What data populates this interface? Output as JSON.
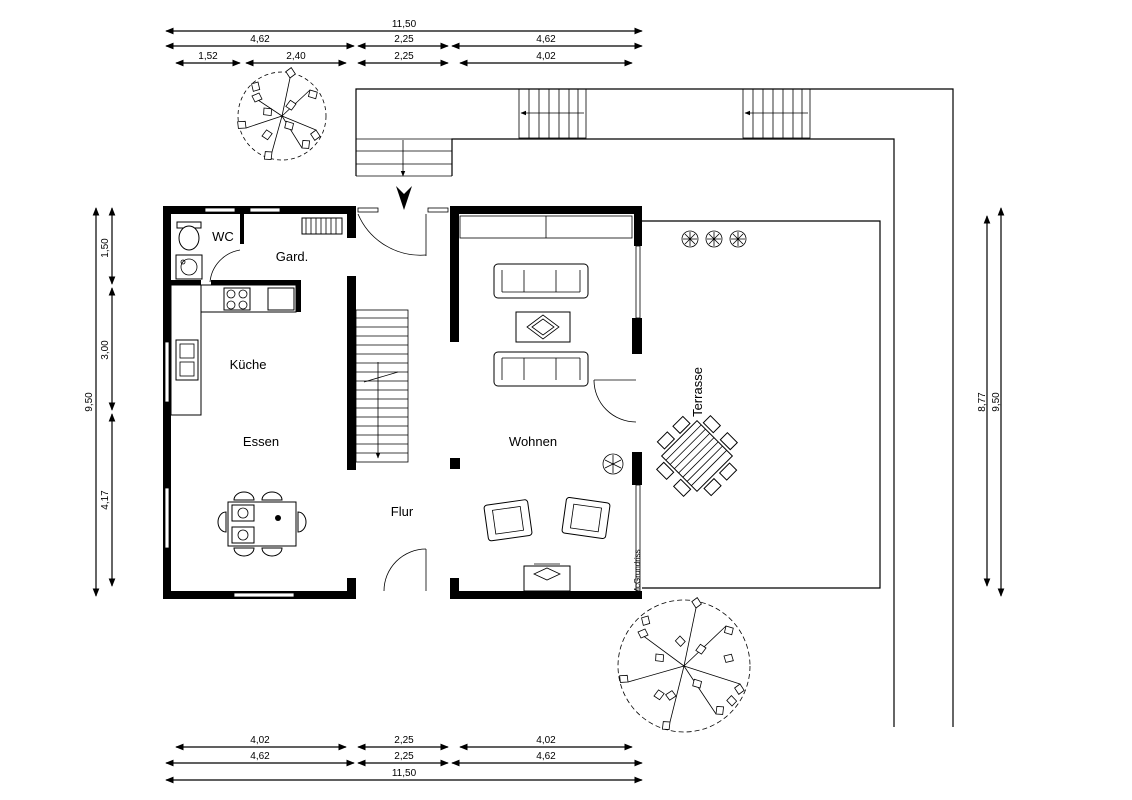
{
  "rooms": {
    "wc": "WC",
    "gard": "Gard.",
    "kueche": "Küche",
    "essen": "Essen",
    "flur": "Flur",
    "wohnen": "Wohnen",
    "terrasse": "Terrasse"
  },
  "dimensions": {
    "top": {
      "total": "11,50",
      "row2": [
        "4,62",
        "2,25",
        "4,62"
      ],
      "row3": [
        "1,52",
        "2,40",
        "2,25",
        "4,02"
      ]
    },
    "bottom": {
      "row1": [
        "4,02",
        "2,25",
        "4,02"
      ],
      "row2": [
        "4,62",
        "2,25",
        "4,62"
      ],
      "total": "11,50"
    },
    "left": {
      "segments": [
        "1,50",
        "3,00",
        "4,17"
      ],
      "total": "9,50"
    },
    "right": {
      "inner": "8,77",
      "outer": "9,50"
    }
  },
  "watermark": "McGrundriss"
}
